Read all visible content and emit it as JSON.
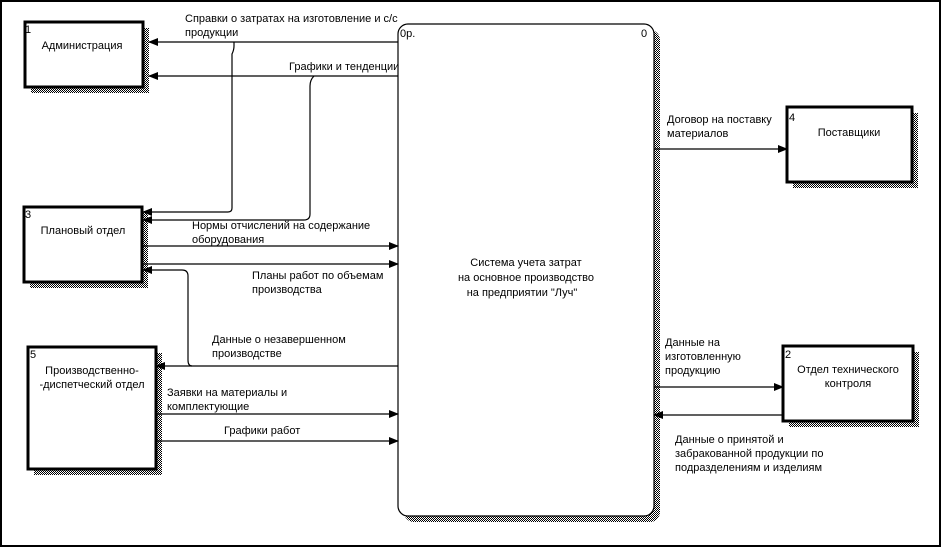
{
  "entities": {
    "admin": {
      "id": "1",
      "name": "Администрация"
    },
    "planning": {
      "id": "3",
      "name": "Плановый отдел"
    },
    "dispatch": {
      "id": "5",
      "name_lines": [
        "Производственно-",
        "-диспетческий отдел"
      ]
    },
    "suppliers": {
      "id": "4",
      "name": "Поставщики"
    },
    "qc": {
      "id": "2",
      "name_lines": [
        "Отдел технического",
        "контроля"
      ]
    }
  },
  "process": {
    "number": "0",
    "ref": "0p.",
    "title_lines": [
      "Система учета затрат",
      "на основное производство",
      "на предприятии \"Луч\""
    ]
  },
  "flows": {
    "costs_reports": [
      "Справки о затратах на изготовление и с/с",
      "продукции"
    ],
    "charts_trends": [
      "Графики и тенденции"
    ],
    "depreciation_norms": [
      "Нормы отчислений на содержание",
      "оборудования"
    ],
    "work_plans": [
      "Планы работ по объемам",
      "производства"
    ],
    "wip_data": [
      "Данные о незавершенном",
      "производстве"
    ],
    "material_requests": [
      "Заявки на материалы и",
      "комплектующие"
    ],
    "work_schedules": [
      "Графики работ"
    ],
    "supply_contract": [
      "Договор на поставку",
      "материалов"
    ],
    "manufactured_data": [
      "Данные на",
      "изготовленную",
      "продукцию"
    ],
    "accepted_rejected": [
      "Данные о принятой и",
      "забракованной продукции по",
      "подразделениям и изделиям"
    ]
  }
}
